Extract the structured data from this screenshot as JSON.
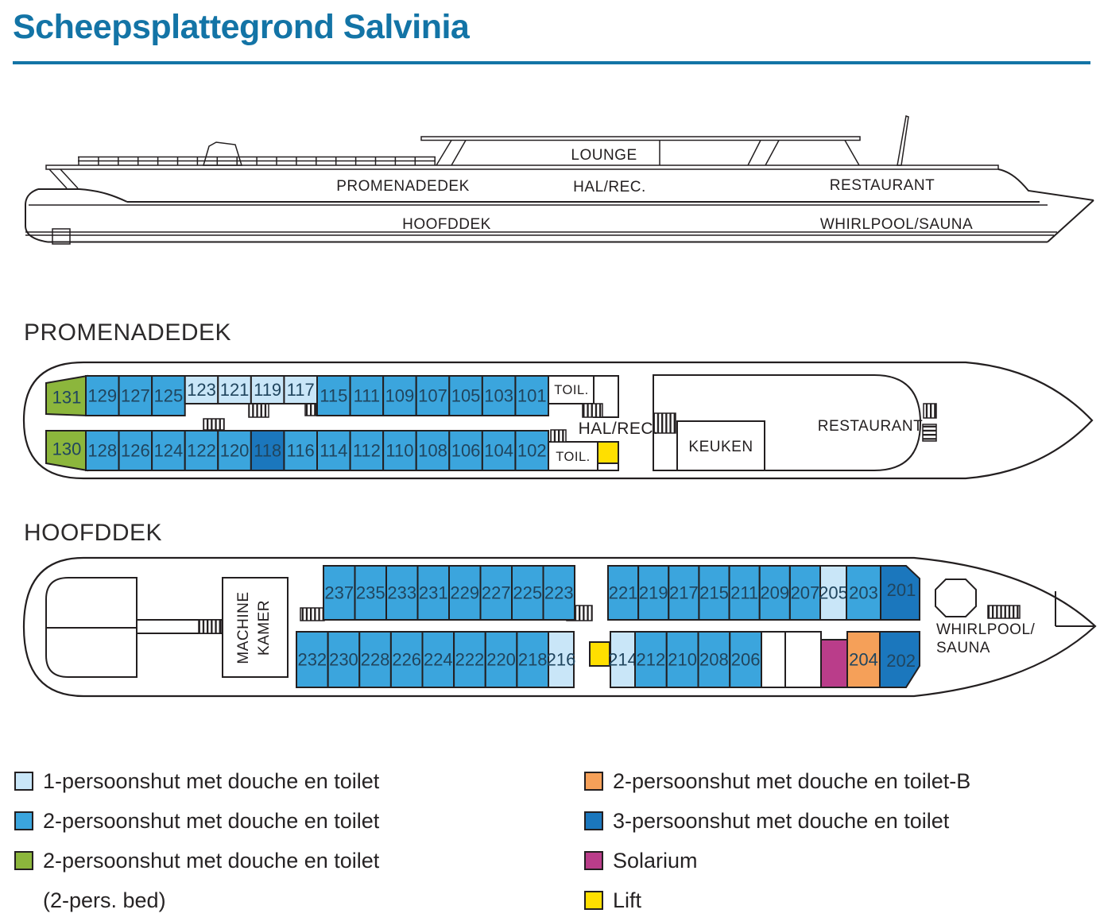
{
  "title": "Scheepsplattegrond Salvinia",
  "profile": {
    "lounge": "LOUNGE",
    "promenadedek": "PROMENADEDEK",
    "hal_rec": "HAL/REC.",
    "restaurant": "RESTAURANT",
    "hoofddek": "HOOFDDEK",
    "whirlpool_sauna": "WHIRLPOOL/SAUNA"
  },
  "promenadedek": {
    "heading": "PROMENADEDEK",
    "rooms": {
      "toil_top": "TOIL.",
      "toil_bottom": "TOIL.",
      "hal_rec": "HAL/REC.",
      "keuken": "KEUKEN",
      "restaurant": "RESTAURANT"
    },
    "cabins_top": [
      {
        "n": "131",
        "t": "2pb"
      },
      {
        "n": "129",
        "t": "2p"
      },
      {
        "n": "127",
        "t": "2p"
      },
      {
        "n": "125",
        "t": "2p"
      },
      {
        "n": "123",
        "t": "1p"
      },
      {
        "n": "121",
        "t": "1p"
      },
      {
        "n": "119",
        "t": "1p"
      },
      {
        "n": "117",
        "t": "1p"
      },
      {
        "n": "115",
        "t": "2p"
      },
      {
        "n": "111",
        "t": "2p"
      },
      {
        "n": "109",
        "t": "2p"
      },
      {
        "n": "107",
        "t": "2p"
      },
      {
        "n": "105",
        "t": "2p"
      },
      {
        "n": "103",
        "t": "2p"
      },
      {
        "n": "101",
        "t": "2p"
      }
    ],
    "cabins_bottom": [
      {
        "n": "130",
        "t": "2pb"
      },
      {
        "n": "128",
        "t": "2p"
      },
      {
        "n": "126",
        "t": "2p"
      },
      {
        "n": "124",
        "t": "2p"
      },
      {
        "n": "122",
        "t": "2p"
      },
      {
        "n": "120",
        "t": "2p"
      },
      {
        "n": "118",
        "t": "3p"
      },
      {
        "n": "116",
        "t": "2p"
      },
      {
        "n": "114",
        "t": "2p"
      },
      {
        "n": "112",
        "t": "2p"
      },
      {
        "n": "110",
        "t": "2p"
      },
      {
        "n": "108",
        "t": "2p"
      },
      {
        "n": "106",
        "t": "2p"
      },
      {
        "n": "104",
        "t": "2p"
      },
      {
        "n": "102",
        "t": "2p"
      }
    ]
  },
  "hoofddek": {
    "heading": "HOOFDDEK",
    "rooms": {
      "machine_line1": "MACHINE",
      "machine_line2": "KAMER",
      "whirlpool_line1": "WHIRLPOOL/",
      "whirlpool_line2": "SAUNA"
    },
    "cabins_top": [
      {
        "n": "237",
        "t": "2p"
      },
      {
        "n": "235",
        "t": "2p"
      },
      {
        "n": "233",
        "t": "2p"
      },
      {
        "n": "231",
        "t": "2p"
      },
      {
        "n": "229",
        "t": "2p"
      },
      {
        "n": "227",
        "t": "2p"
      },
      {
        "n": "225",
        "t": "2p"
      },
      {
        "n": "223",
        "t": "2p"
      },
      {
        "n": "221",
        "t": "2p"
      },
      {
        "n": "219",
        "t": "2p"
      },
      {
        "n": "217",
        "t": "2p"
      },
      {
        "n": "215",
        "t": "2p"
      },
      {
        "n": "211",
        "t": "2p"
      },
      {
        "n": "209",
        "t": "2p"
      },
      {
        "n": "207",
        "t": "2p"
      },
      {
        "n": "205",
        "t": "1p"
      },
      {
        "n": "203",
        "t": "2p"
      },
      {
        "n": "201",
        "t": "3p"
      }
    ],
    "cabins_bottom": [
      {
        "n": "232",
        "t": "2p"
      },
      {
        "n": "230",
        "t": "2p"
      },
      {
        "n": "228",
        "t": "2p"
      },
      {
        "n": "226",
        "t": "2p"
      },
      {
        "n": "224",
        "t": "2p"
      },
      {
        "n": "222",
        "t": "2p"
      },
      {
        "n": "220",
        "t": "2p"
      },
      {
        "n": "218",
        "t": "2p"
      },
      {
        "n": "216",
        "t": "1p"
      },
      {
        "n": "214",
        "t": "1p"
      },
      {
        "n": "212",
        "t": "2p"
      },
      {
        "n": "210",
        "t": "2p"
      },
      {
        "n": "208",
        "t": "2p"
      },
      {
        "n": "206",
        "t": "2p"
      },
      {
        "n": "",
        "t": "sol"
      },
      {
        "n": "204",
        "t": "2pB"
      },
      {
        "n": "202",
        "t": "3p"
      }
    ]
  },
  "legend": {
    "left": [
      {
        "type": "1p",
        "color": "#c9e6f8",
        "label": "1-persoonshut met douche en toilet"
      },
      {
        "type": "2p",
        "color": "#3ba5dd",
        "label": "2-persoonshut met douche en toilet"
      },
      {
        "type": "2pb",
        "color": "#8cb63c",
        "label": "2-persoonshut met douche en toilet",
        "label2": "(2-pers. bed)"
      }
    ],
    "right": [
      {
        "type": "2pB",
        "color": "#f5a059",
        "label": "2-persoonshut met douche en toilet-B"
      },
      {
        "type": "3p",
        "color": "#1b77bd",
        "label": "3-persoonshut met douche en toilet"
      },
      {
        "type": "sol",
        "color": "#ba3d8a",
        "label": "Solarium"
      },
      {
        "type": "lift",
        "color": "#ffdf00",
        "label": "Lift"
      }
    ]
  },
  "colors": {
    "1p": "#c9e6f8",
    "2p": "#3ba5dd",
    "2pb": "#8cb63c",
    "2pB": "#f5a059",
    "3p": "#1b77bd",
    "sol": "#ba3d8a",
    "lift": "#ffdf00",
    "ink": "#231f20",
    "number": "#20455e",
    "accent": "#1374a6"
  }
}
